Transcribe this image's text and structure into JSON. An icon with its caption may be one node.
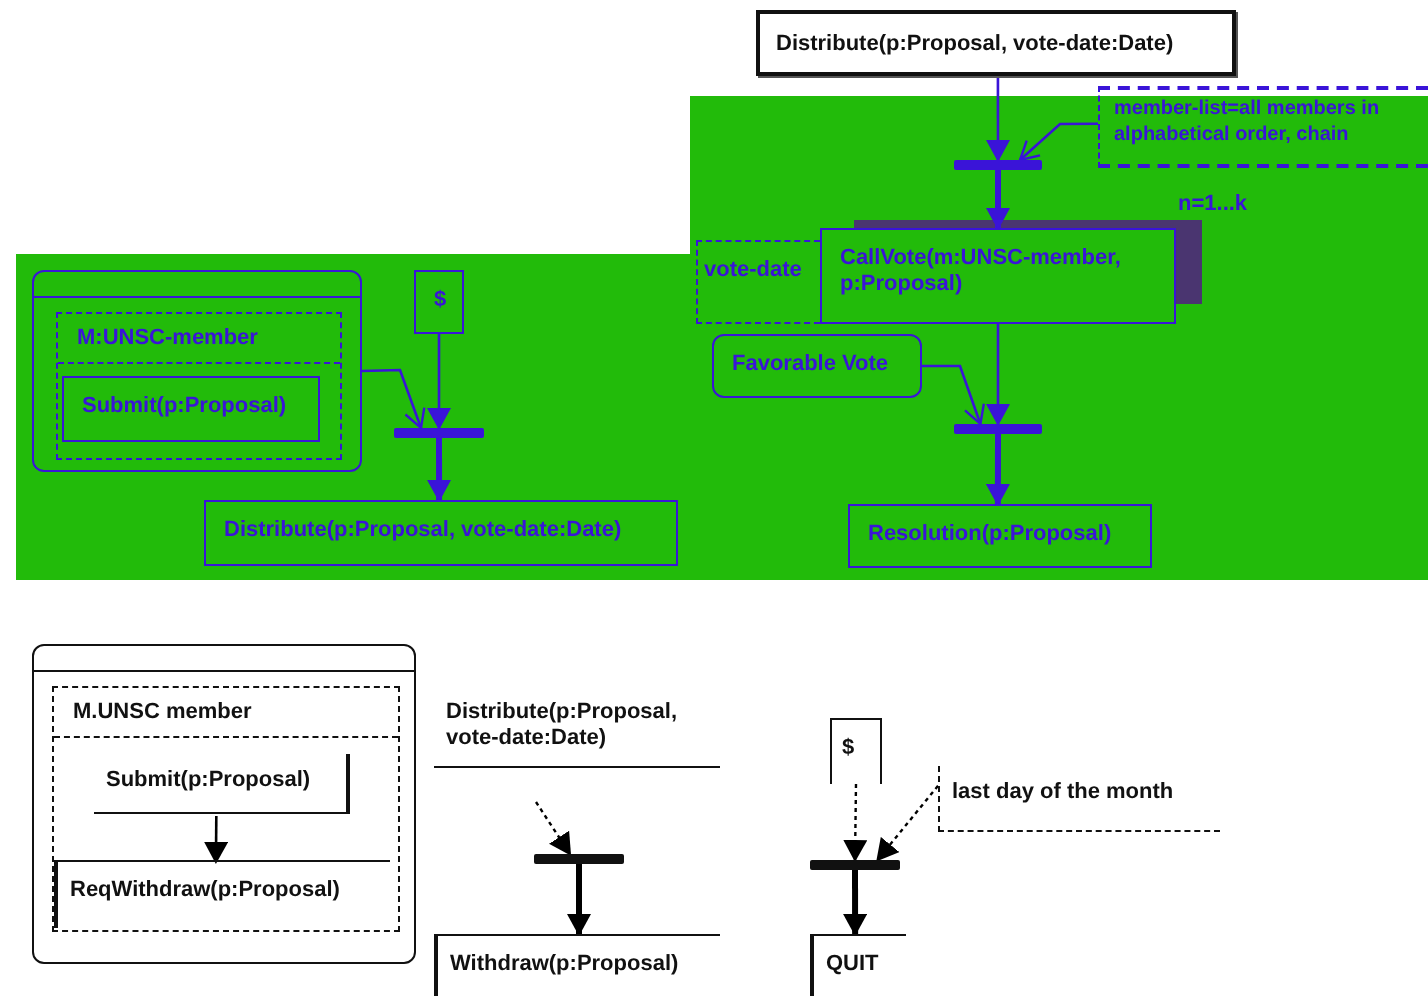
{
  "diagram": {
    "nodes": [
      {
        "text": [
          "Distribute(p:Proposal, vote-date:Date)"
        ]
      },
      {
        "text": [
          "member-list=all members in alphabetical order, chain"
        ]
      },
      {
        "text": [],
        "shape": "bar"
      },
      {
        "text": [
          "CallVote(m:UNSC-member, p:Proposal)"
        ],
        "beside": [
          "n=1...k"
        ]
      },
      {
        "text": [
          "vote-date"
        ]
      },
      {
        "text": [
          "Favorable Vote"
        ]
      },
      {
        "text": [],
        "shape": "bar"
      },
      {
        "text": [
          "Resolution(p:Proposal)"
        ]
      },
      {
        "text": [],
        "shape": "box"
      },
      {
        "text": [
          "M:UNSC-member"
        ],
        "in": 8
      },
      {
        "text": [
          "Submit(p:Proposal)"
        ],
        "in": 9
      },
      {
        "text": [
          "$"
        ]
      },
      {
        "text": [],
        "shape": "bar"
      },
      {
        "text": [
          "Distribute(p:Proposal, vote-date:Date)"
        ]
      },
      {
        "text": [],
        "shape": "box"
      },
      {
        "text": [
          "M.UNSC member"
        ],
        "in": 14
      },
      {
        "text": [
          "Submit(p:Proposal)"
        ],
        "in": 15
      },
      {
        "text": [
          "ReqWithdraw(p:Proposal)"
        ],
        "in": 15
      },
      {
        "text": [
          "Distribute(p:Proposal, vote-date:Date)"
        ]
      },
      {
        "text": [],
        "shape": "bar"
      },
      {
        "text": [
          "Withdraw(p:Proposal)"
        ]
      },
      {
        "text": [
          "$"
        ]
      },
      {
        "text": [],
        "shape": "bar"
      },
      {
        "text": [
          "last day of the month"
        ]
      },
      {
        "text": [
          "QUIT"
        ]
      }
    ],
    "edges": [
      {
        "from": 0,
        "to": 2,
        "arrow": "to"
      },
      {
        "from": 1,
        "to": 2,
        "arrow": "to"
      },
      {
        "from": 2,
        "to": 3,
        "arrow": "to",
        "style": "thick"
      },
      {
        "from": 3,
        "to": 6,
        "arrow": "to"
      },
      {
        "from": 5,
        "to": 6,
        "arrow": "to"
      },
      {
        "from": 6,
        "to": 7,
        "arrow": "to",
        "style": "thick"
      },
      {
        "from": 8,
        "to": 12,
        "arrow": "to"
      },
      {
        "from": 11,
        "to": 12,
        "arrow": "to"
      },
      {
        "from": 12,
        "to": 13,
        "arrow": "to",
        "style": "thick"
      },
      {
        "from": 16,
        "to": 17,
        "arrow": "to",
        "color": "#000000"
      },
      {
        "from": null,
        "to": 19,
        "arrow": "to",
        "style": "dashed",
        "color": "#000000"
      },
      {
        "from": 19,
        "to": 20,
        "arrow": "to",
        "style": "thick",
        "color": "#000000"
      },
      {
        "from": 21,
        "to": 22,
        "arrow": "to",
        "style": "dashed",
        "color": "#000000"
      },
      {
        "from": 23,
        "to": 22,
        "arrow": "to",
        "style": "dashed",
        "color": "#000000"
      },
      {
        "from": 22,
        "to": 24,
        "arrow": "to",
        "style": "thick",
        "color": "#000000"
      }
    ]
  }
}
